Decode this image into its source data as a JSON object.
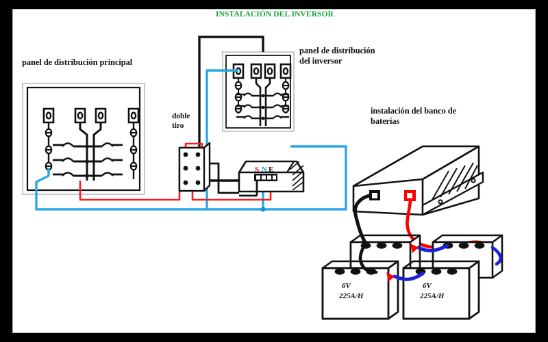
{
  "document": {
    "title": "INSTALACIÓN DEL INVERSOR",
    "title_color": "#13a538",
    "background": "#ffffff",
    "frame_color": "#000000"
  },
  "labels": {
    "main_panel": "panel de distribución principal",
    "inverter_panel": "panel de distribución\ndel inversor",
    "battery_bank": "instalación del banco de\nbaterías",
    "transfer_switch": "doble\ntiro"
  },
  "inverter_unit": {
    "terminal_markings": [
      "S",
      "N",
      "E"
    ],
    "terminal_colors": [
      "#e8112d",
      "#1f8fe0",
      "#111111"
    ],
    "dc_positive_color": "#ff0000",
    "dc_negative_color": "#000000"
  },
  "batteries": [
    {
      "voltage": "6V",
      "capacity": "225A/H"
    },
    {
      "voltage": "6V",
      "capacity": "225A/H"
    }
  ],
  "wiring": {
    "neutral_color": "#29a8e8",
    "line_color": "#ff1a1a",
    "ground_color": "#000000",
    "series_link_color": "#1822d6"
  }
}
